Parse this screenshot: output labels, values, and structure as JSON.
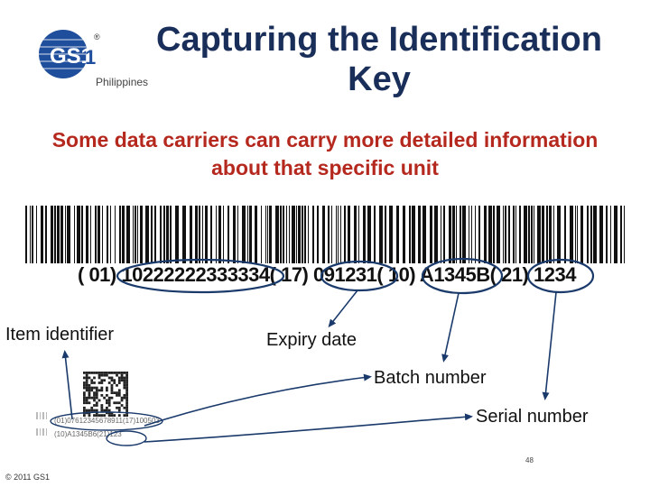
{
  "logo": {
    "text": "GS1",
    "reg": "®",
    "region": "Philippines"
  },
  "title": "Capturing the Identification Key",
  "subtitle": "Some data carriers can carry more detailed information about that specific unit",
  "barcode": {
    "hri": "( 01) 10222222333334( 17) 091231( 10) A1345B( 21) 1234"
  },
  "callouts": {
    "item_identifier": "Item identifier",
    "expiry_date": "Expiry date",
    "batch_number": "Batch number",
    "serial_number": "Serial number"
  },
  "small_symbol": {
    "line1": "(01)07612345678911(17)100503",
    "line2": "(10)A1345B6(21)123"
  },
  "footer": {
    "copyright": "© 2011 GS1",
    "page": "48"
  },
  "colors": {
    "title": "#1a2e5a",
    "subtitle": "#b5281e",
    "logo_blue": "#1f4e9c",
    "ellipse": "#1a3a6b"
  }
}
